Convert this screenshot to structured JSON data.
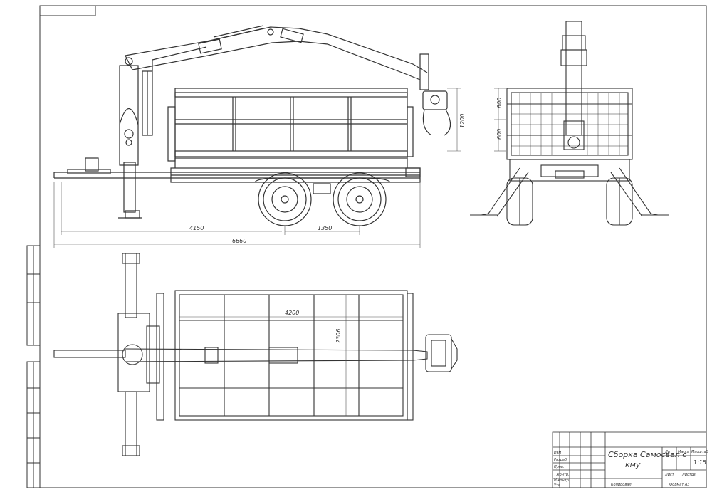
{
  "drawing": {
    "dimensions": {
      "length_front": "4150",
      "wheelbase": "1350",
      "overall_length": "6660",
      "side_height_a": "600",
      "side_height_b": "600",
      "crane_height": "1200",
      "top_length": "4200",
      "top_width": "2306"
    },
    "title_block": {
      "title_line1": "Сборка Самосвал с",
      "title_line2": "кму",
      "scale": "1:15",
      "col_lit": "Лит",
      "col_mass": "Масса",
      "col_scale": "Масштаб",
      "sheet_label": "Лист",
      "sheets_label": "Листов",
      "copied": "Копировал",
      "format": "Формат A3",
      "rows": [
        "Изм",
        "Разраб.",
        "Пров.",
        "Т.контр.",
        "Н.контр.",
        "Утв."
      ]
    },
    "colors": {
      "line": "#333333",
      "paper": "#ffffff",
      "fill": "#d9d9d9"
    }
  }
}
